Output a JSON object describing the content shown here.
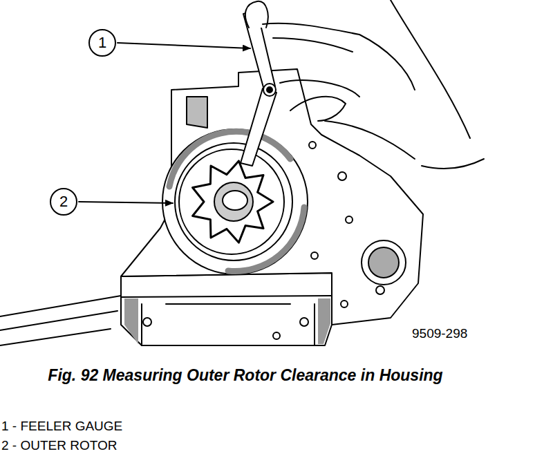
{
  "diagram": {
    "caption": "Fig. 92 Measuring Outer Rotor Clearance in Housing",
    "nodes": [
      {
        "text": [
          "1"
        ]
      },
      {
        "text": [
          "2"
        ]
      }
    ],
    "labels": [
      "9509-298",
      "1 - FEELER GAUGE",
      "2 - OUTER ROTOR"
    ]
  }
}
